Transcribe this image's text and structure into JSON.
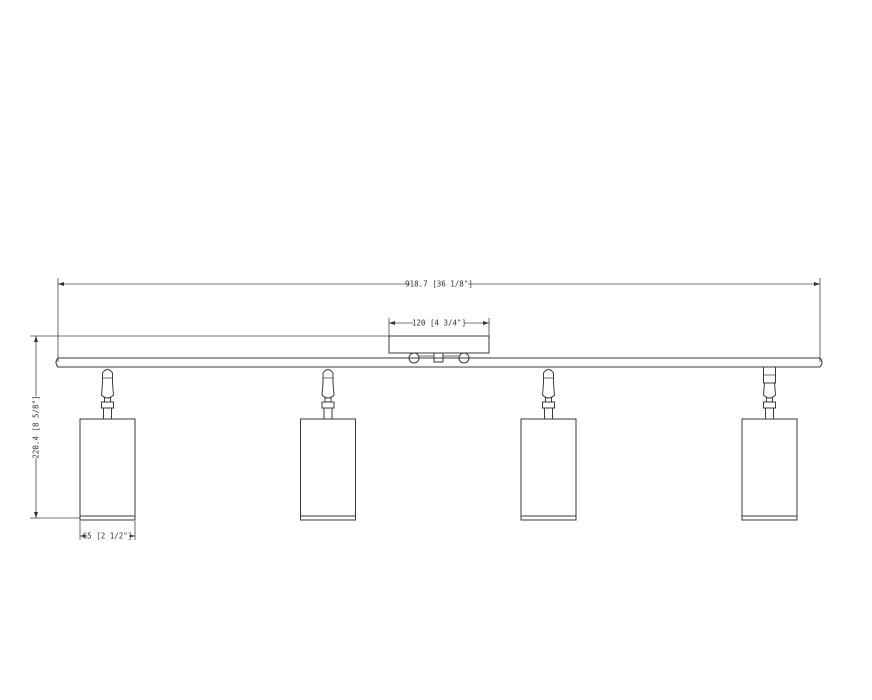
{
  "drawing": {
    "dimensions": {
      "overall_width": "918.7 [36 1/8\"]",
      "canopy_width": "120 [4 3/4\"]",
      "overall_height": "220.4 [8 5/8\"]",
      "head_width": "65 [2 1/2\"]"
    },
    "line_color": "#3a3a3a"
  }
}
